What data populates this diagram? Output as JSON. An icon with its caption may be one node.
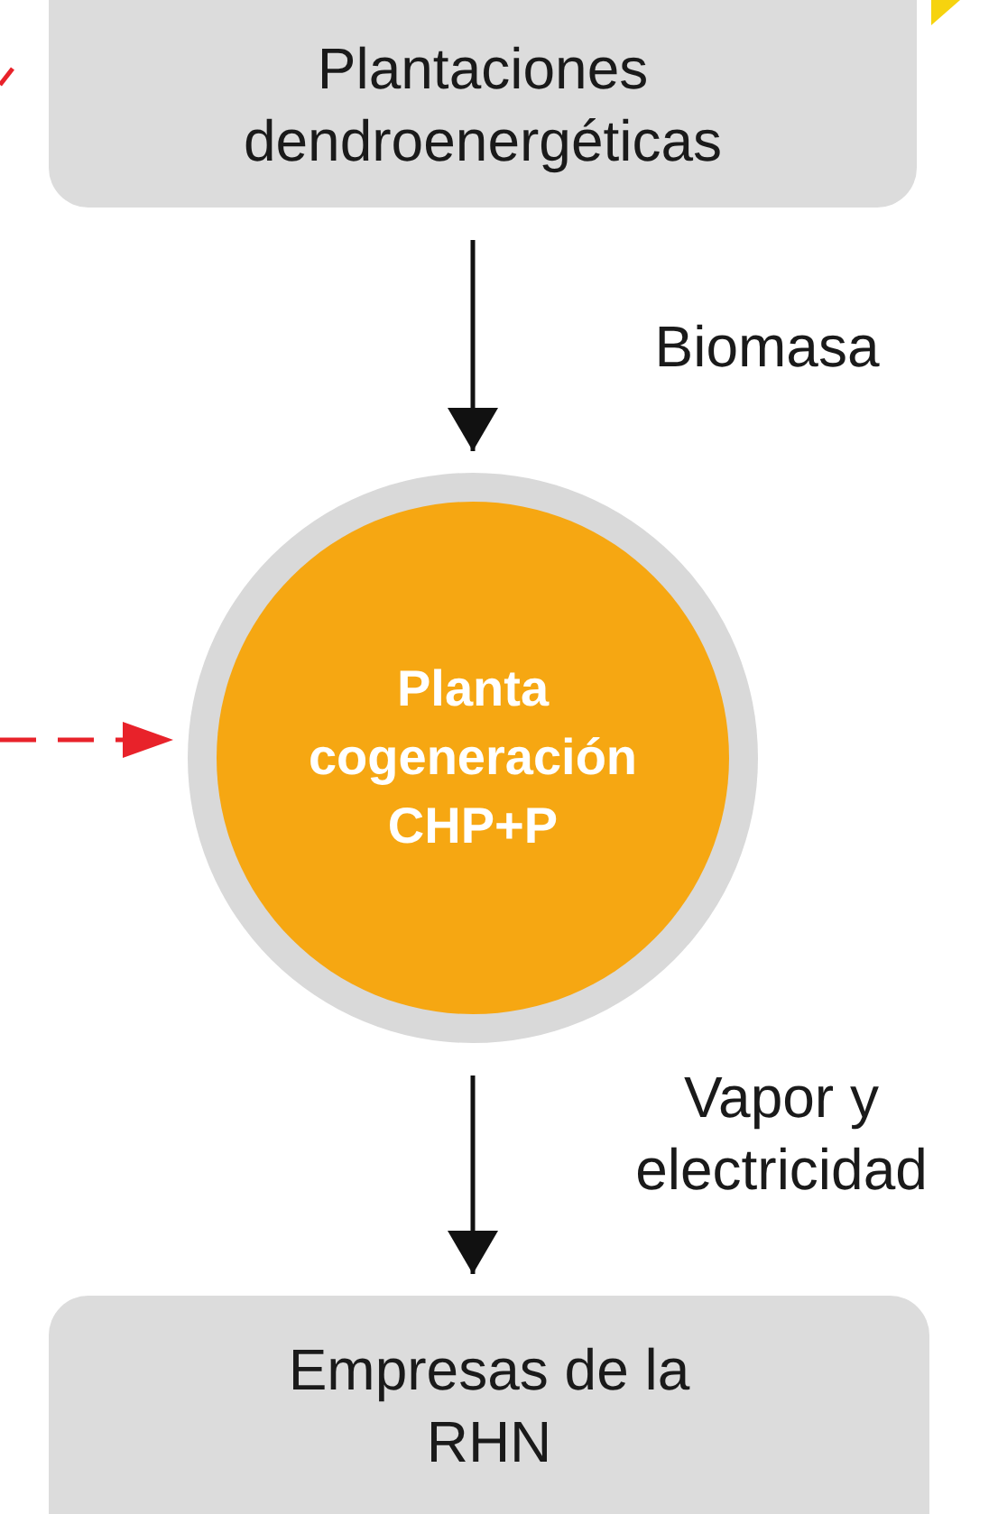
{
  "diagram": {
    "nodes": [
      {
        "text": [
          "Plantaciones dendroenergéticas"
        ]
      },
      {
        "text": [
          "Planta cogeneración CHP+P"
        ]
      },
      {
        "text": [
          "Empresas de la RHN"
        ]
      }
    ],
    "edges": [
      {
        "from": 0,
        "to": 1,
        "arrow": "to",
        "label": "Biomasa"
      },
      {
        "from": 1,
        "to": 2,
        "arrow": "to",
        "label": "Vapor y electricidad"
      },
      {
        "from": null,
        "to": 1,
        "arrow": "to",
        "style": "dashed",
        "color": "#e8222a"
      }
    ]
  }
}
